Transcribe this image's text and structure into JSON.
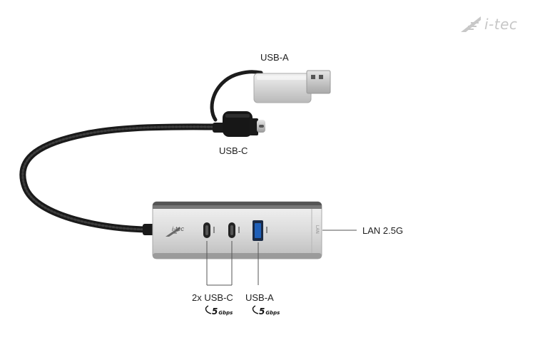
{
  "brand": {
    "name": "i-tec",
    "logo_color": "#c8c8c8"
  },
  "hub": {
    "brand_label": "i-tec",
    "lan_port_text": "LAN",
    "body_color": "#e2e2e2",
    "accent_usb_a": "#1f5fb8"
  },
  "labels": {
    "usb_a_top": "USB-A",
    "usb_c_connector": "USB-C",
    "lan": "LAN 2.5G",
    "usb_c_ports": "2x USB-C",
    "usb_a_port": "USB-A"
  },
  "speed_badges": [
    {
      "value": "5",
      "unit": "Gbps"
    },
    {
      "value": "5",
      "unit": "Gbps"
    }
  ]
}
